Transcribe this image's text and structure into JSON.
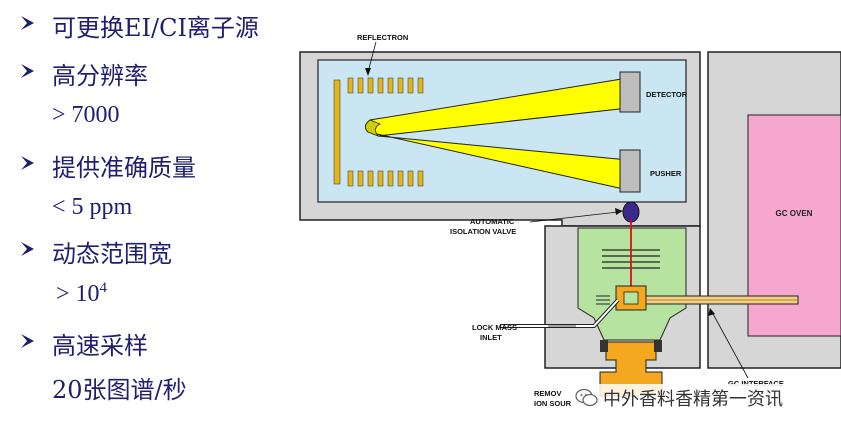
{
  "bullets": [
    {
      "marker": "arrow",
      "text": "可更换EI/CI离子源"
    },
    {
      "marker": "arrow",
      "text": "高分辨率"
    },
    {
      "marker": "none",
      "text": "> 7000"
    },
    {
      "marker": "arrow",
      "text": "提供准确质量"
    },
    {
      "marker": "none",
      "text": "< 5 ppm"
    },
    {
      "marker": "arrow",
      "text": "动态范围宽"
    },
    {
      "marker": "none",
      "text_base": "> 10",
      "text_exp": "4"
    },
    {
      "marker": "arrow",
      "text": "高速采样"
    },
    {
      "marker": "none",
      "text": "20张图谱/秒"
    }
  ],
  "diagram": {
    "labels": {
      "reflectron": "REFLECTRON",
      "detector": "DETECTOR",
      "pusher": "PUSHER",
      "valve_line1": "AUTOMATIC",
      "valve_line2": "ISOLATION VALVE",
      "lockmass_line1": "LOCK MASS",
      "lockmass_line2": "INLET",
      "gc_oven": "GC OVEN",
      "gc_interface": "GC INTERFACE",
      "removable_line1": "REMOV",
      "removable_line2": "ION SOUR"
    },
    "colors": {
      "analyzer_fill": "#c9e6f2",
      "housing_fill": "#d6d6d6",
      "source_fill": "#b7e3a0",
      "beam": "#ffff00",
      "oven": "#f6a7cf",
      "probe": "#f3a81f",
      "valve": "#3b2a8e"
    }
  },
  "watermark": {
    "text": "中外香料香精第一资讯",
    "icon": "wechat-icon"
  }
}
